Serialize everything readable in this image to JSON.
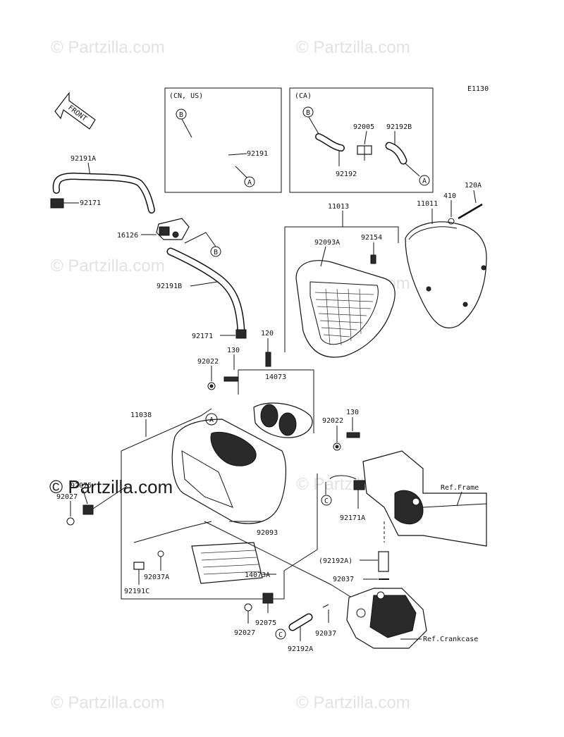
{
  "diagram": {
    "code": "E1130",
    "front_label": "FRONT",
    "boxes": [
      {
        "region": "(CN, US)"
      },
      {
        "region": "(CA)"
      }
    ],
    "callouts": {
      "a": "A",
      "b": "B",
      "c": "C"
    },
    "parts": {
      "p92191A": "92191A",
      "p92171_top": "92171",
      "p16126": "16126",
      "p92191B": "92191B",
      "p92171_mid": "92171",
      "p92191": "92191",
      "p92005": "92005",
      "p92192B": "92192B",
      "p92192": "92192",
      "p11013": "11013",
      "p92093A": "92093A",
      "p92154": "92154",
      "p11011": "11011",
      "p410": "410",
      "p120A": "120A",
      "p120": "120",
      "p130_top": "130",
      "p92022_top": "92022",
      "p14073": "14073",
      "p11038": "11038",
      "p92022_right": "92022",
      "p130_right": "130",
      "p92075_left": "92075",
      "p92027_left": "92027",
      "p92093": "92093",
      "p92171A": "92171A",
      "p92192A_paren": "(92192A)",
      "p92037_right": "92037",
      "p92037A": "92037A",
      "p14073A": "14073A",
      "p92191C": "92191C",
      "p92075_bottom": "92075",
      "p92027_bottom": "92027",
      "p92037_bottom": "92037",
      "p92192A_bottom": "92192A"
    },
    "refs": {
      "frame": "Ref.Frame",
      "crankcase": "Ref.Crankcase"
    }
  },
  "watermark": {
    "text": "© Partzilla.com",
    "inline": "© Partzilla.com"
  }
}
